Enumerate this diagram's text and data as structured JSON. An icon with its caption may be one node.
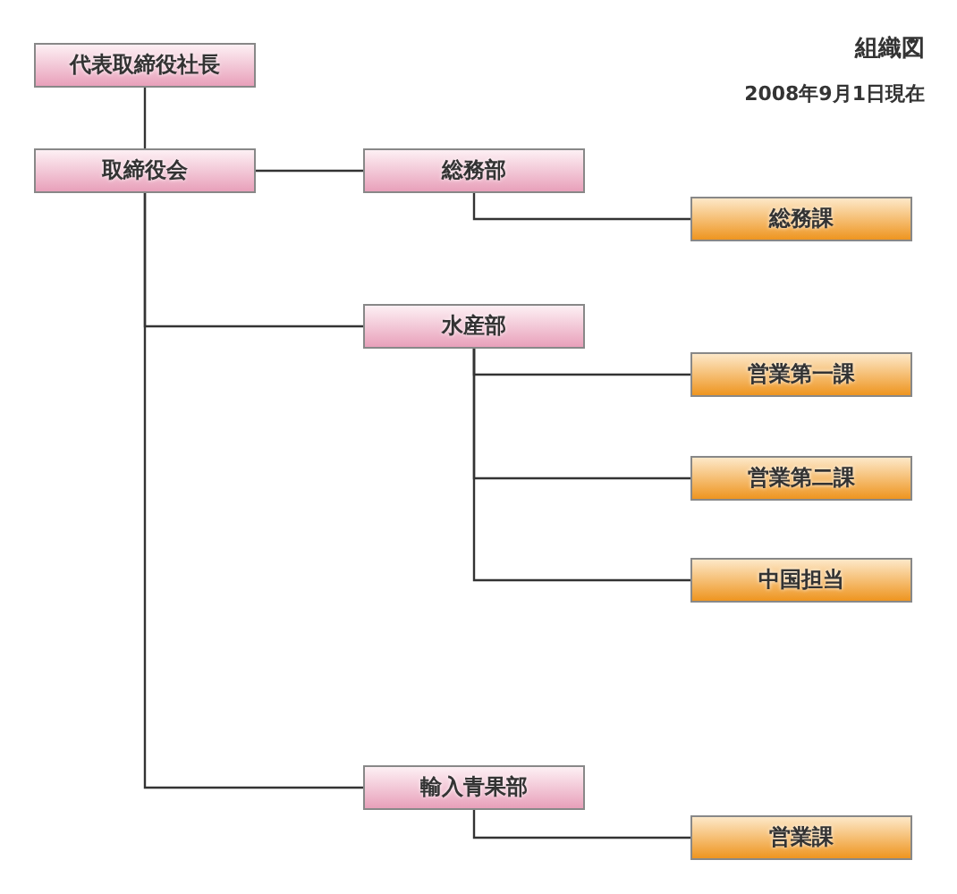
{
  "diagram": {
    "title": "組織図",
    "nodes": [
      {
        "text": [
          "代表取締役社長"
        ]
      },
      {
        "text": [
          "取締役会"
        ]
      },
      {
        "text": [
          "総務部"
        ]
      },
      {
        "text": [
          "総務課"
        ]
      },
      {
        "text": [
          "水産部"
        ]
      },
      {
        "text": [
          "営業第一課"
        ]
      },
      {
        "text": [
          "営業第二課"
        ]
      },
      {
        "text": [
          "中国担当"
        ]
      },
      {
        "text": [
          "輸入青果部"
        ]
      },
      {
        "text": [
          "営業課"
        ]
      }
    ],
    "edges": [
      {
        "from": 0,
        "to": 1,
        "arrow": "none"
      },
      {
        "from": 1,
        "to": 2,
        "arrow": "none"
      },
      {
        "from": 1,
        "to": 4,
        "arrow": "none"
      },
      {
        "from": 1,
        "to": 8,
        "arrow": "none"
      },
      {
        "from": 2,
        "to": 3,
        "arrow": "none"
      },
      {
        "from": 4,
        "to": 5,
        "arrow": "none"
      },
      {
        "from": 4,
        "to": 6,
        "arrow": "none"
      },
      {
        "from": 4,
        "to": 7,
        "arrow": "none"
      },
      {
        "from": 8,
        "to": 9,
        "arrow": "none"
      }
    ],
    "labels": [
      "2008年9月1日現在"
    ]
  }
}
